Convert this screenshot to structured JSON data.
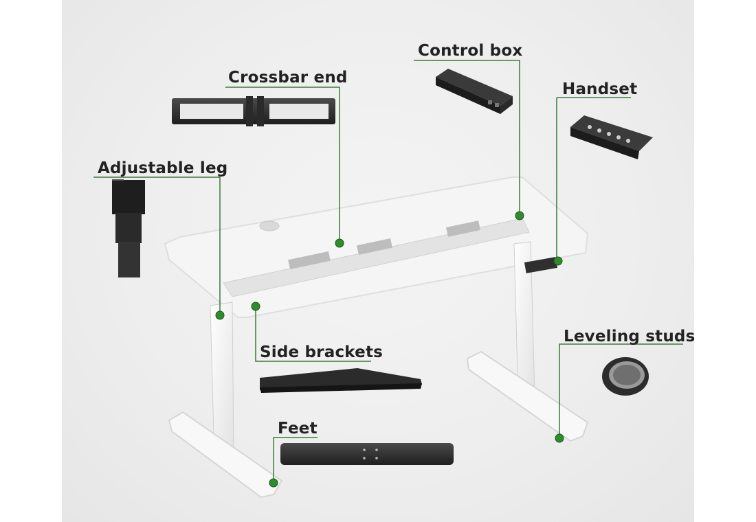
{
  "labels": {
    "control_box": "Control box",
    "crossbar_end": "Crossbar end",
    "handset": "Handset",
    "adjustable_leg": "Adjustable leg",
    "side_brackets": "Side brackets",
    "leveling_studs": "Leveling studs",
    "feet": "Feet"
  },
  "colors": {
    "callout_line": "#3a7a3a",
    "callout_dot": "#2e8b2e",
    "parts_dark": "#2d2d2d",
    "frame_white": "#f7f7f7",
    "background": "#eeeeee"
  }
}
